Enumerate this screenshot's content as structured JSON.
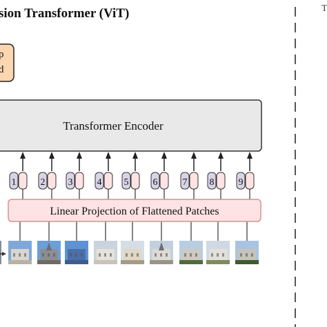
{
  "title": "sion Transformer (ViT)",
  "partial_box_text": [
    "p",
    "d"
  ],
  "encoder_label": "Transformer Encoder",
  "projection_label": "Linear Projection of Flattened Patches",
  "patch_numbers": [
    "1",
    "2",
    "3",
    "4",
    "5",
    "6",
    "7",
    "8",
    "9"
  ],
  "right_edge_text": "T",
  "colors": {
    "title_text": "#111111",
    "encoder_fill": "#e9e9e9",
    "encoder_stroke": "#333333",
    "projection_fill": "#fde3e3",
    "projection_stroke": "#d99090",
    "token_number_fill": "#d9d3e6",
    "token_embed_fill": "#fde3e3",
    "orange_box_fill": "#fcd6b0",
    "orange_box_stroke": "#c98a4a",
    "dashed_divider": "#555555"
  }
}
